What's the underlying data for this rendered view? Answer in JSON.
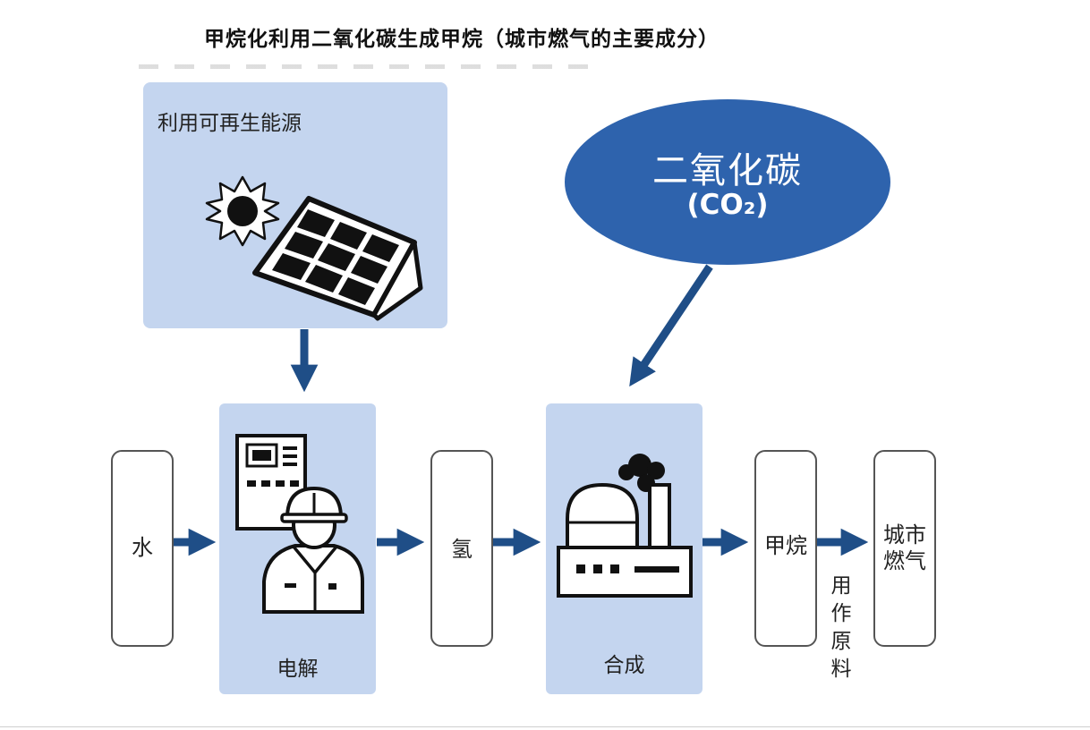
{
  "title": "甲烷化利用二氧化碳生成甲烷（城市燃气的主要成分）",
  "renewable": {
    "label": "利用可再生能源",
    "icons": [
      "sun-icon",
      "solar-panel-icon"
    ]
  },
  "co2": {
    "name": "二氧化碳",
    "formula": "(CO₂)"
  },
  "nodes": {
    "water": "水",
    "electrolysis": "电解",
    "hydrogen": "氢",
    "synthesis": "合成",
    "methane": "甲烷",
    "city_gas": "城市燃气",
    "usage": "用作原料"
  },
  "icons": {
    "electrolysis": "worker-with-control-panel-icon",
    "synthesis": "factory-icon"
  },
  "colors": {
    "panel": "#c4d5ef",
    "ellipse": "#2e63ad",
    "arrow": "#1f4e87",
    "icon": "#111111"
  }
}
